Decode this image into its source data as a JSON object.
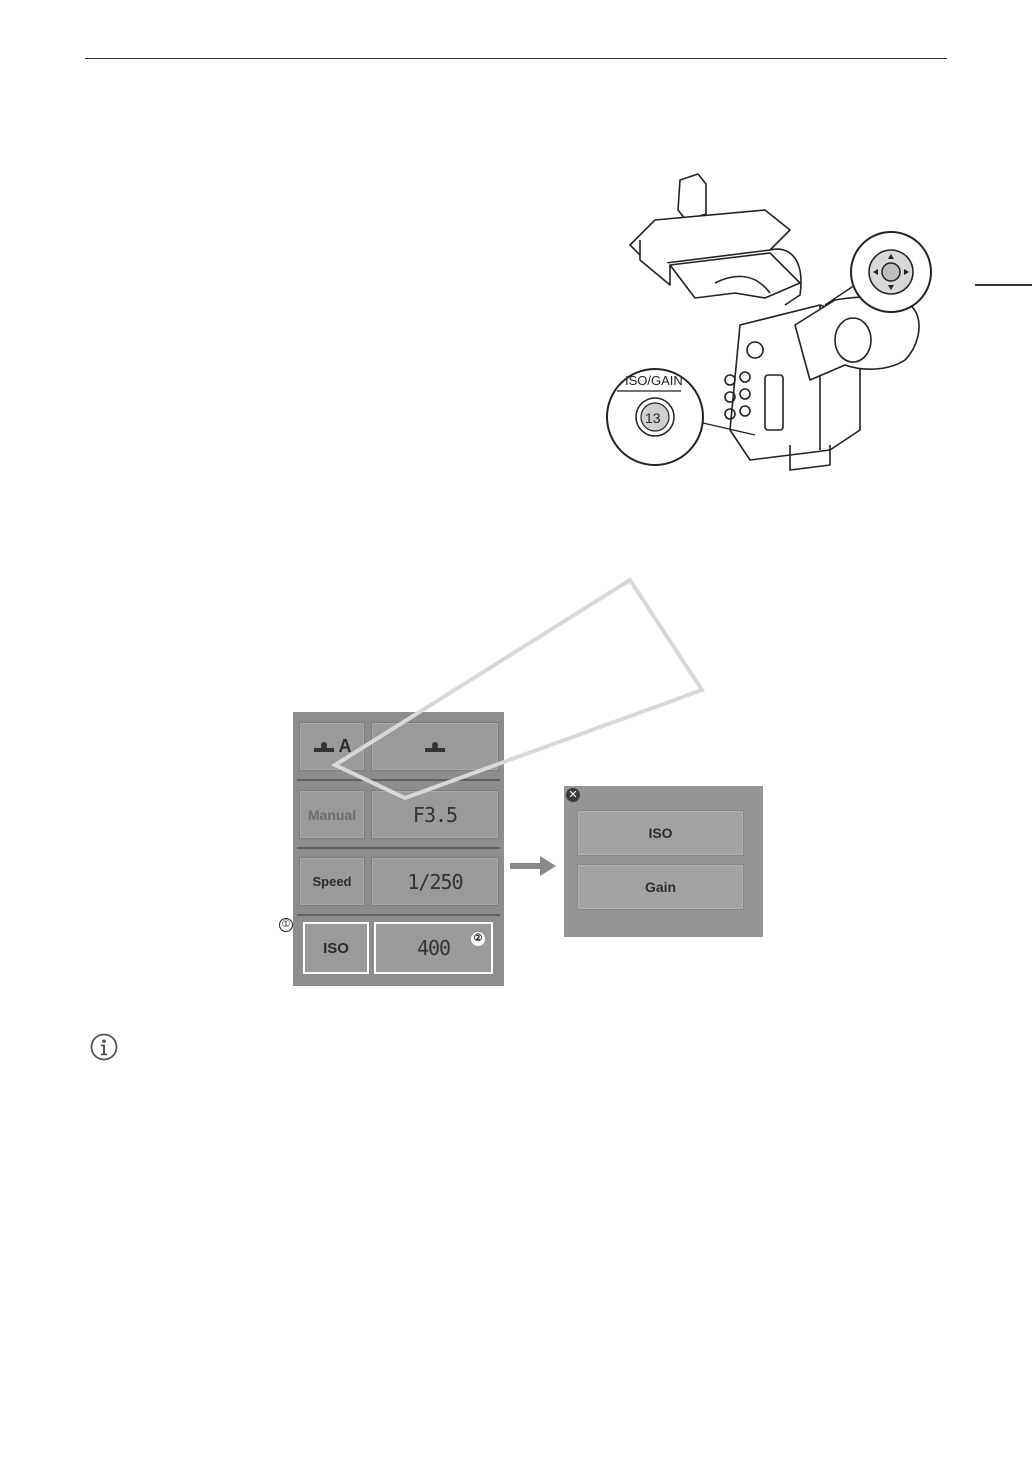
{
  "illustration": {
    "iso_gain_label": "ISO/GAIN",
    "button_number": "13"
  },
  "panel": {
    "rows": [
      {
        "label": "",
        "label_icon": "nd-auto-icon",
        "value_icon": "nd-icon",
        "value": ""
      },
      {
        "label": "Manual",
        "value": "F3.5"
      },
      {
        "label": "Speed",
        "value": "1/250"
      },
      {
        "label": "ISO",
        "value": "400"
      }
    ],
    "callout_1": "①",
    "callout_2": "②"
  },
  "popup": {
    "options": [
      "ISO",
      "Gain"
    ]
  },
  "note": {
    "icon": "info-icon"
  }
}
